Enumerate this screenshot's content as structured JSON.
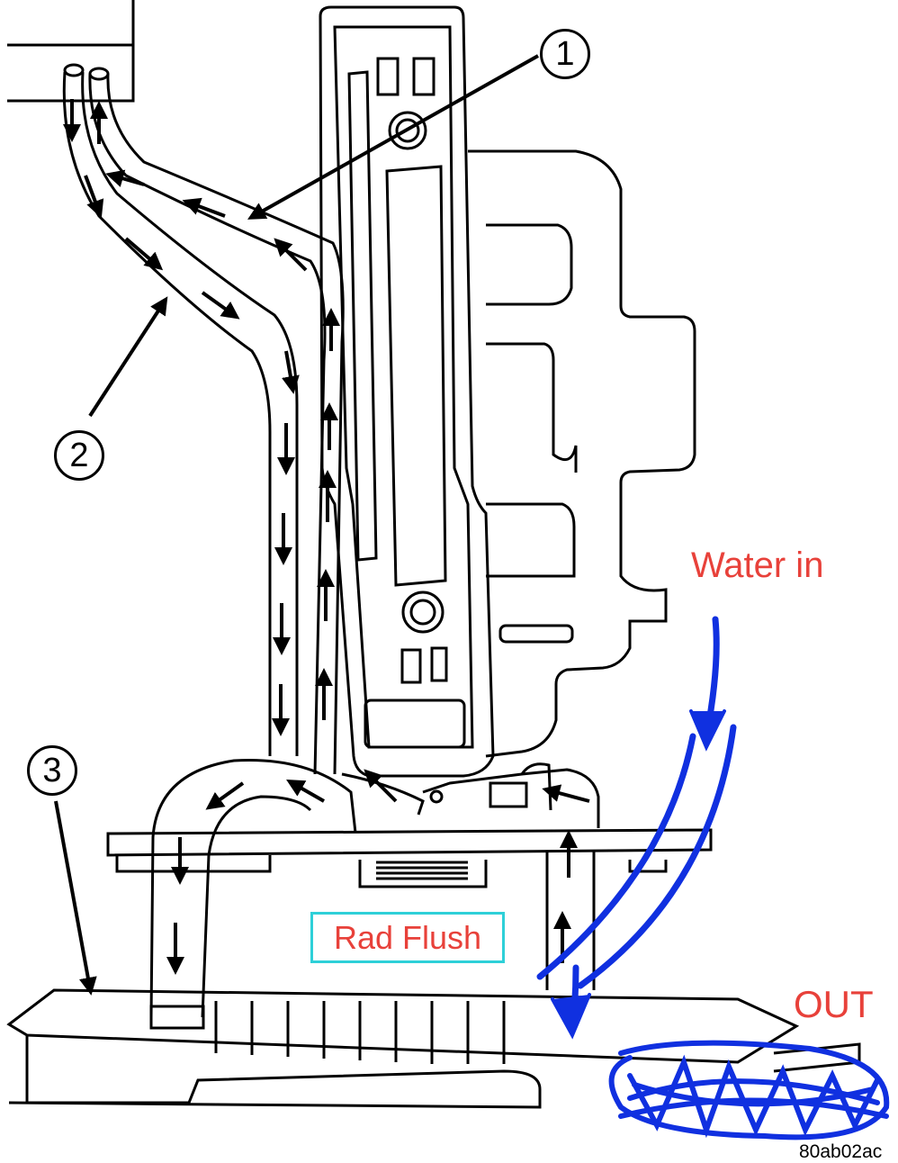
{
  "callouts": [
    {
      "id": "1",
      "label": "1"
    },
    {
      "id": "2",
      "label": "2"
    },
    {
      "id": "3",
      "label": "3"
    }
  ],
  "annotations": {
    "water_in": "Water in",
    "out": "OUT",
    "rad_flush": "Rad Flush"
  },
  "figure_code": "80ab02ac",
  "colors": {
    "annotation_text": "#e8413a",
    "rad_flush_box": "#2ed0d8",
    "hand_drawn": "#1030e0",
    "line_art": "#000000"
  }
}
